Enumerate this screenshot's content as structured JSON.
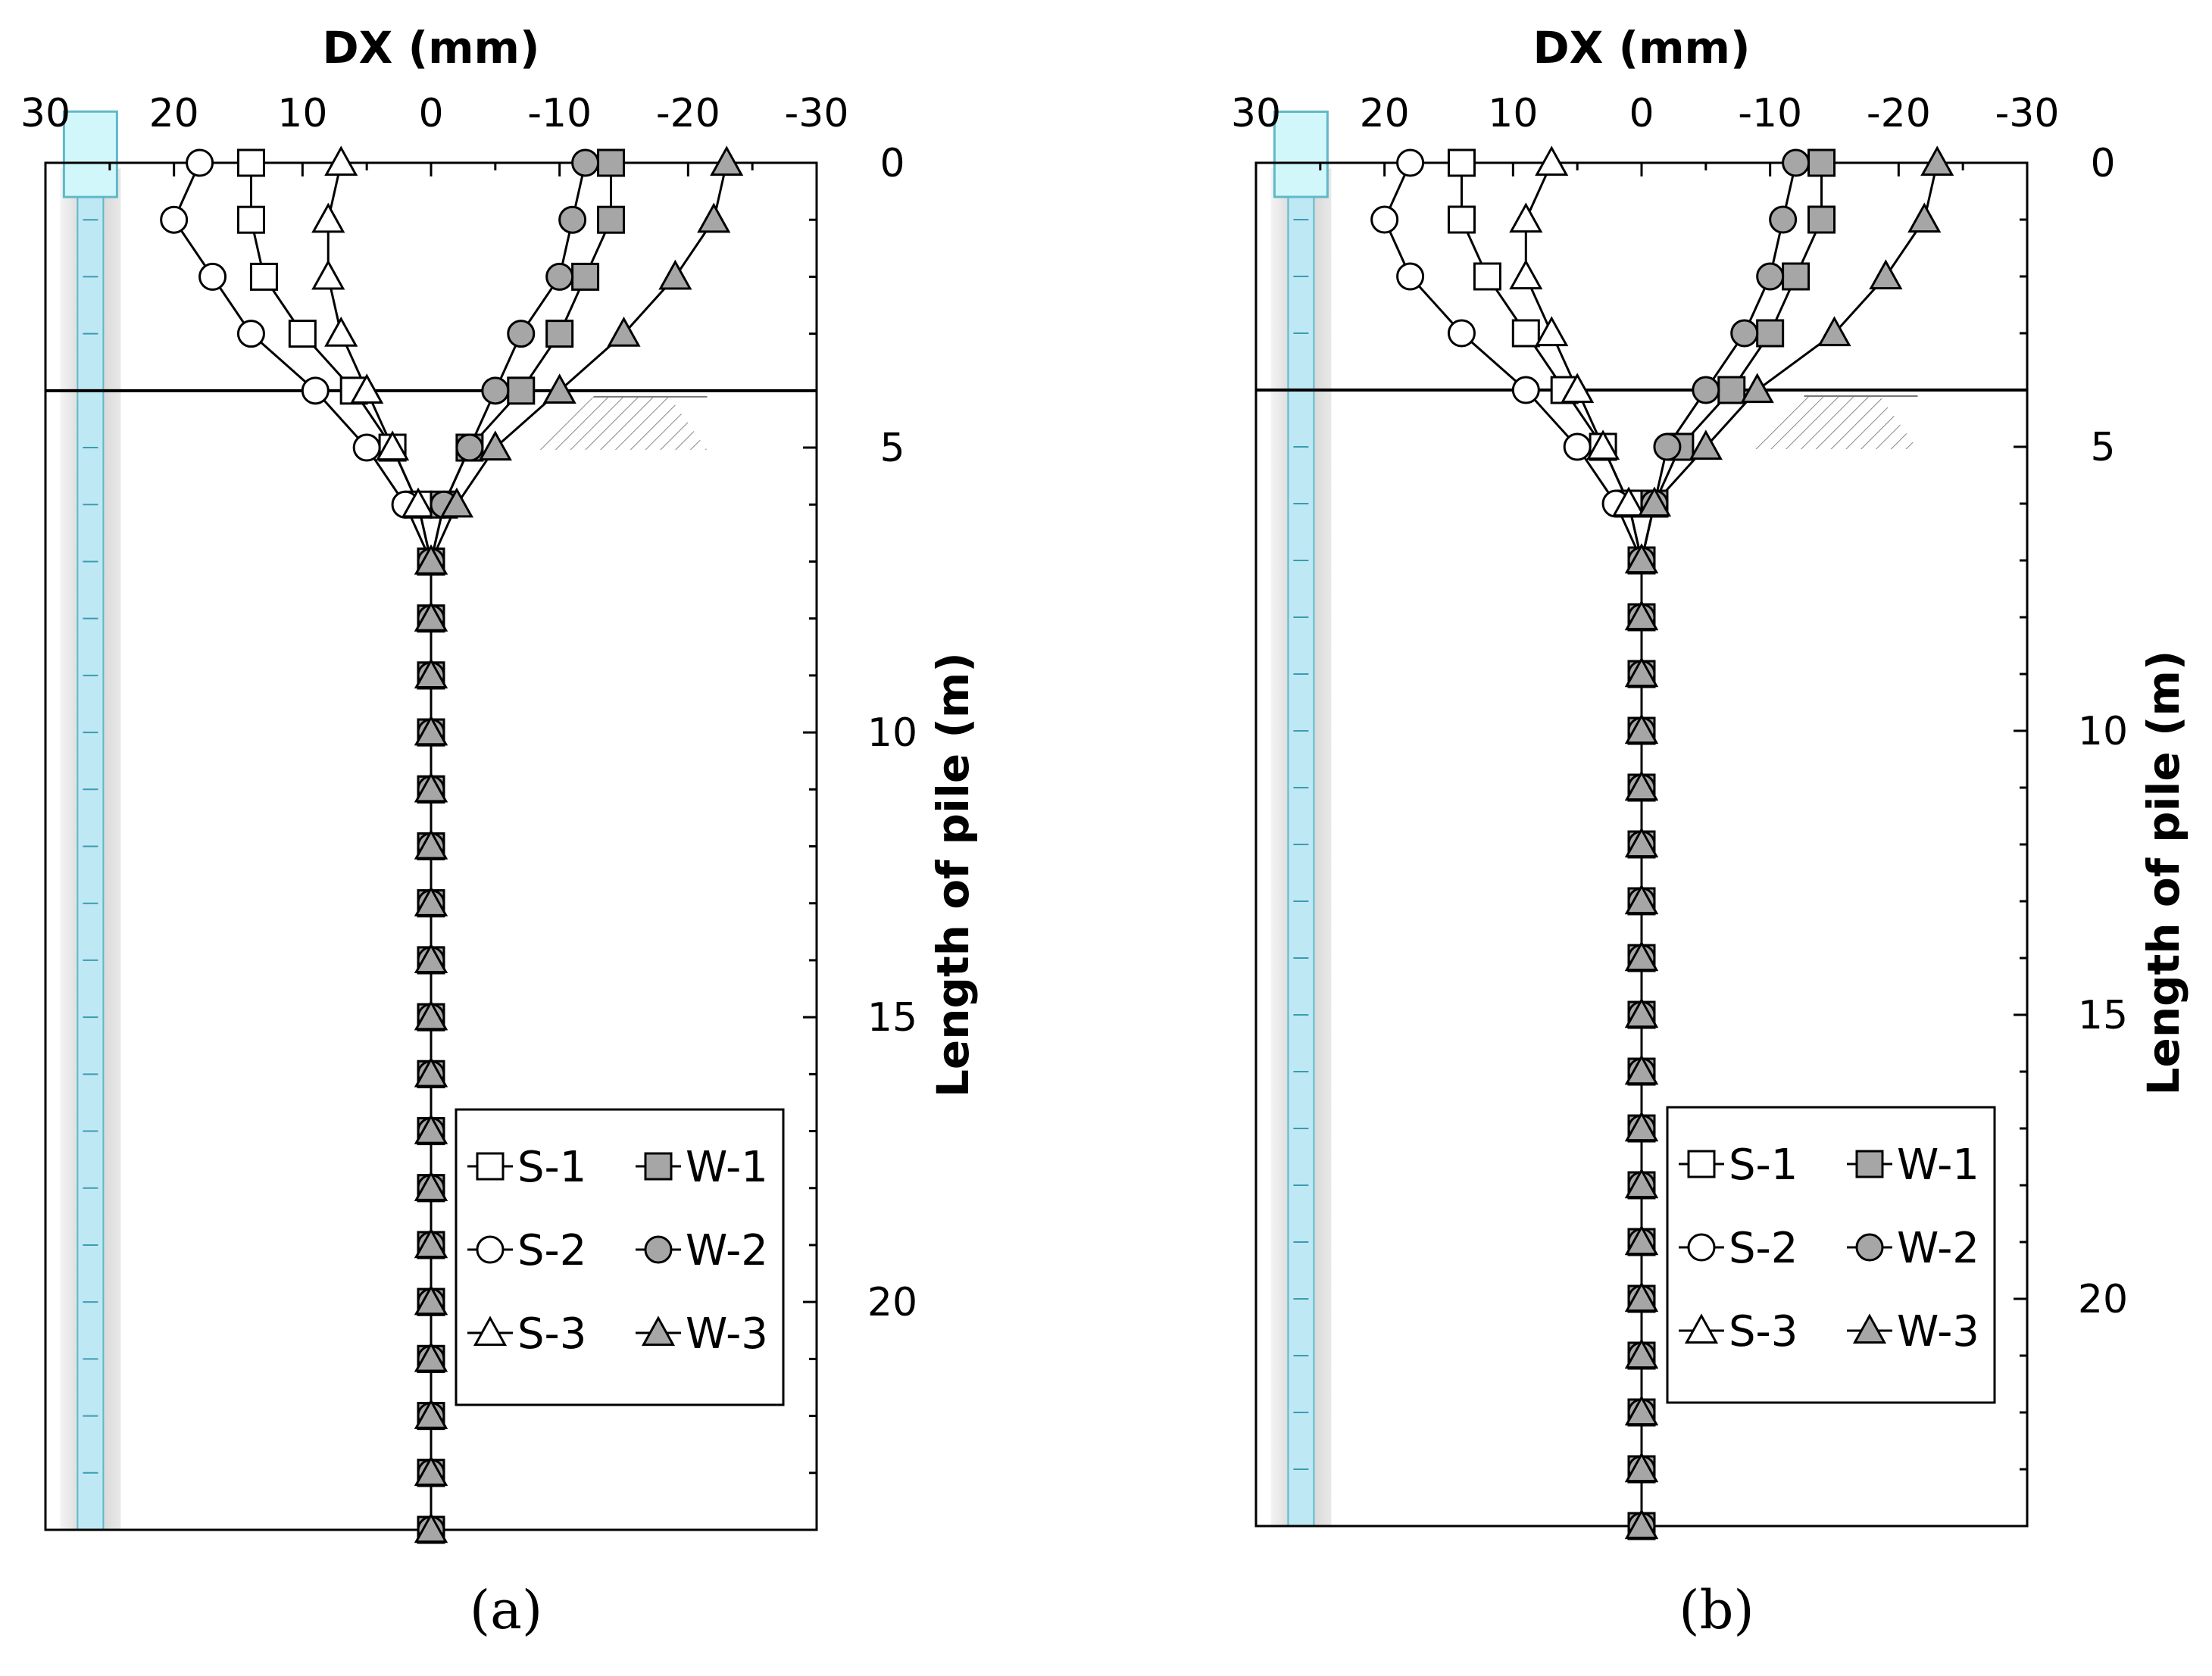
{
  "chart_data": [
    {
      "type": "line",
      "panel_label": "(a)",
      "xlabel": "DX (mm)",
      "ylabel": "Length of pile (m)",
      "xlim": [
        30,
        -30
      ],
      "ylim": [
        0,
        24
      ],
      "x_ticks": [
        "30",
        "20",
        "10",
        "0",
        "-10",
        "-20",
        "-30"
      ],
      "y_ticks": [
        "0",
        "5",
        "10",
        "15",
        "20"
      ],
      "y_inverted": true,
      "grid": false,
      "legend_position": "bottom-right",
      "ground_level_depth": 4,
      "depths": [
        0,
        1,
        2,
        3,
        4,
        5,
        6,
        7,
        8,
        9,
        10,
        11,
        12,
        13,
        14,
        15,
        16,
        17,
        18,
        19,
        20,
        21,
        22,
        23,
        24
      ],
      "series": [
        {
          "name": "S-1",
          "marker": "square",
          "fill": "white",
          "values": [
            14,
            14,
            13,
            10,
            6,
            3,
            1,
            0,
            0,
            0,
            0,
            0,
            0,
            0,
            0,
            0,
            0,
            0,
            0,
            0,
            0,
            0,
            0,
            0,
            0
          ]
        },
        {
          "name": "S-2",
          "marker": "circle",
          "fill": "white",
          "values": [
            18,
            20,
            17,
            14,
            9,
            5,
            2,
            0,
            0,
            0,
            0,
            0,
            0,
            0,
            0,
            0,
            0,
            0,
            0,
            0,
            0,
            0,
            0,
            0,
            0
          ]
        },
        {
          "name": "S-3",
          "marker": "triangle",
          "fill": "white",
          "values": [
            7,
            8,
            8,
            7,
            5,
            3,
            1,
            0,
            0,
            0,
            0,
            0,
            0,
            0,
            0,
            0,
            0,
            0,
            0,
            0,
            0,
            0,
            0,
            0,
            0
          ]
        },
        {
          "name": "W-1",
          "marker": "square",
          "fill": "gray",
          "values": [
            -14,
            -14,
            -12,
            -10,
            -7,
            -3,
            -1,
            0,
            0,
            0,
            0,
            0,
            0,
            0,
            0,
            0,
            0,
            0,
            0,
            0,
            0,
            0,
            0,
            0,
            0
          ]
        },
        {
          "name": "W-2",
          "marker": "circle",
          "fill": "gray",
          "values": [
            -12,
            -11,
            -10,
            -7,
            -5,
            -3,
            -1,
            0,
            0,
            0,
            0,
            0,
            0,
            0,
            0,
            0,
            0,
            0,
            0,
            0,
            0,
            0,
            0,
            0,
            0
          ]
        },
        {
          "name": "W-3",
          "marker": "triangle",
          "fill": "gray",
          "values": [
            -23,
            -22,
            -19,
            -15,
            -10,
            -5,
            -2,
            0,
            0,
            0,
            0,
            0,
            0,
            0,
            0,
            0,
            0,
            0,
            0,
            0,
            0,
            0,
            0,
            0,
            0
          ]
        }
      ]
    },
    {
      "type": "line",
      "panel_label": "(b)",
      "xlabel": "DX (mm)",
      "ylabel": "Length of pile (m)",
      "xlim": [
        30,
        -30
      ],
      "ylim": [
        0,
        24
      ],
      "x_ticks": [
        "30",
        "20",
        "10",
        "0",
        "-10",
        "-20",
        "-30"
      ],
      "y_ticks": [
        "0",
        "5",
        "10",
        "15",
        "20"
      ],
      "y_inverted": true,
      "grid": false,
      "legend_position": "bottom-right",
      "ground_level_depth": 4,
      "depths": [
        0,
        1,
        2,
        3,
        4,
        5,
        6,
        7,
        8,
        9,
        10,
        11,
        12,
        13,
        14,
        15,
        16,
        17,
        18,
        19,
        20,
        21,
        22,
        23,
        24
      ],
      "series": [
        {
          "name": "S-1",
          "marker": "square",
          "fill": "white",
          "values": [
            14,
            14,
            12,
            9,
            6,
            3,
            1,
            0,
            0,
            0,
            0,
            0,
            0,
            0,
            0,
            0,
            0,
            0,
            0,
            0,
            0,
            0,
            0,
            0,
            0
          ]
        },
        {
          "name": "S-2",
          "marker": "circle",
          "fill": "white",
          "values": [
            18,
            20,
            18,
            14,
            9,
            5,
            2,
            0,
            0,
            0,
            0,
            0,
            0,
            0,
            0,
            0,
            0,
            0,
            0,
            0,
            0,
            0,
            0,
            0,
            0
          ]
        },
        {
          "name": "S-3",
          "marker": "triangle",
          "fill": "white",
          "values": [
            7,
            9,
            9,
            7,
            5,
            3,
            1,
            0,
            0,
            0,
            0,
            0,
            0,
            0,
            0,
            0,
            0,
            0,
            0,
            0,
            0,
            0,
            0,
            0,
            0
          ]
        },
        {
          "name": "W-1",
          "marker": "square",
          "fill": "gray",
          "values": [
            -14,
            -14,
            -12,
            -10,
            -7,
            -3,
            -1,
            0,
            0,
            0,
            0,
            0,
            0,
            0,
            0,
            0,
            0,
            0,
            0,
            0,
            0,
            0,
            0,
            0,
            0
          ]
        },
        {
          "name": "W-2",
          "marker": "circle",
          "fill": "gray",
          "values": [
            -12,
            -11,
            -10,
            -8,
            -5,
            -2,
            -1,
            0,
            0,
            0,
            0,
            0,
            0,
            0,
            0,
            0,
            0,
            0,
            0,
            0,
            0,
            0,
            0,
            0,
            0
          ]
        },
        {
          "name": "W-3",
          "marker": "triangle",
          "fill": "gray",
          "values": [
            -23,
            -22,
            -19,
            -15,
            -9,
            -5,
            -1,
            0,
            0,
            0,
            0,
            0,
            0,
            0,
            0,
            0,
            0,
            0,
            0,
            0,
            0,
            0,
            0,
            0,
            0
          ]
        }
      ]
    }
  ],
  "colors": {
    "axis": "#000000",
    "gray_marker": "#a6a6a6",
    "white_marker": "#ffffff",
    "pile_body": "#bfe8f5",
    "pile_cap": "#d2f7fb",
    "pile_cap_stroke": "#5fb8c8",
    "pile_shadow": "#d0d0d0",
    "pile_tick": "#3a9cb0"
  }
}
